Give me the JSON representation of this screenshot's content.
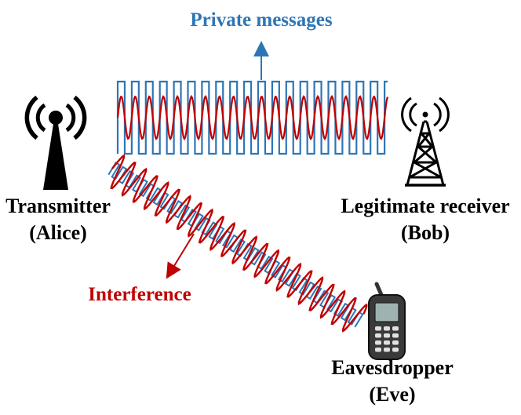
{
  "labels": {
    "private_messages": "Private messages",
    "transmitter": "Transmitter",
    "alice": "(Alice)",
    "receiver": "Legitimate receiver",
    "bob": "(Bob)",
    "interference": "Interference",
    "eavesdropper": "Eavesdropper",
    "eve": "(Eve)"
  },
  "icons": {
    "transmitter": "transmitter-tower-icon",
    "receiver": "receiver-tower-icon",
    "eavesdropper": "mobile-phone-icon"
  },
  "colors": {
    "blue": "#2e75b6",
    "red": "#c00000",
    "black": "#000000"
  }
}
